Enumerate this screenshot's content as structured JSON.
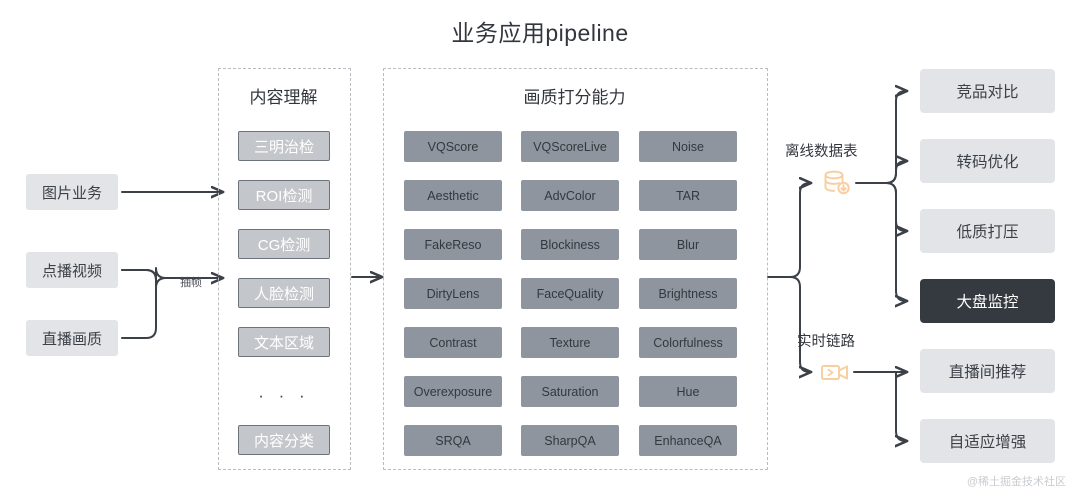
{
  "page": {
    "title": "业务应用pipeline",
    "watermark": "@稀土掘金技术社区",
    "colors": {
      "background": "#ffffff",
      "wire": "#3c4148",
      "panel_border": "#b9bcc1",
      "input_chip_bg": "#e2e4e7",
      "content_chip_bg": "#c3c7cc",
      "content_chip_border": "#6d737c",
      "quality_chip_bg": "#8e959f",
      "output_chip_bg": "#e2e4e7",
      "output_highlight_bg": "#343a40",
      "icon_accent": "#f8cfa1",
      "text": "#3c4148"
    }
  },
  "inputs": {
    "items": [
      {
        "label": "图片业务"
      },
      {
        "label": "点播视频"
      },
      {
        "label": "直播画质"
      }
    ],
    "edge_label": "抽帧"
  },
  "content_panel": {
    "title": "内容理解",
    "items": [
      {
        "label": "三明治检"
      },
      {
        "label": "ROI检测"
      },
      {
        "label": "CG检测"
      },
      {
        "label": "人脸检测"
      },
      {
        "label": "文本区域"
      }
    ],
    "ellipsis": "· · ·",
    "last_item": {
      "label": "内容分类"
    }
  },
  "quality_panel": {
    "title": "画质打分能力",
    "rows": [
      [
        "VQScore",
        "VQScoreLive",
        "Noise"
      ],
      [
        "Aesthetic",
        "AdvColor",
        "TAR"
      ],
      [
        "FakeReso",
        "Blockiness",
        "Blur"
      ],
      [
        "DirtyLens",
        "FaceQuality",
        "Brightness"
      ],
      [
        "Contrast",
        "Texture",
        "Colorfulness"
      ],
      [
        "Overexposure",
        "Saturation",
        "Hue"
      ],
      [
        "SRQA",
        "SharpQA",
        "EnhanceQA"
      ]
    ]
  },
  "stages": [
    {
      "label": "离线数据表",
      "icon": "database-download-icon"
    },
    {
      "label": "实时链路",
      "icon": "video-camera-icon"
    }
  ],
  "outputs": {
    "items": [
      {
        "label": "竞品对比",
        "highlighted": false
      },
      {
        "label": "转码优化",
        "highlighted": false
      },
      {
        "label": "低质打压",
        "highlighted": false
      },
      {
        "label": "大盘监控",
        "highlighted": true
      },
      {
        "label": "直播间推荐",
        "highlighted": false
      },
      {
        "label": "自适应增强",
        "highlighted": false
      }
    ]
  }
}
